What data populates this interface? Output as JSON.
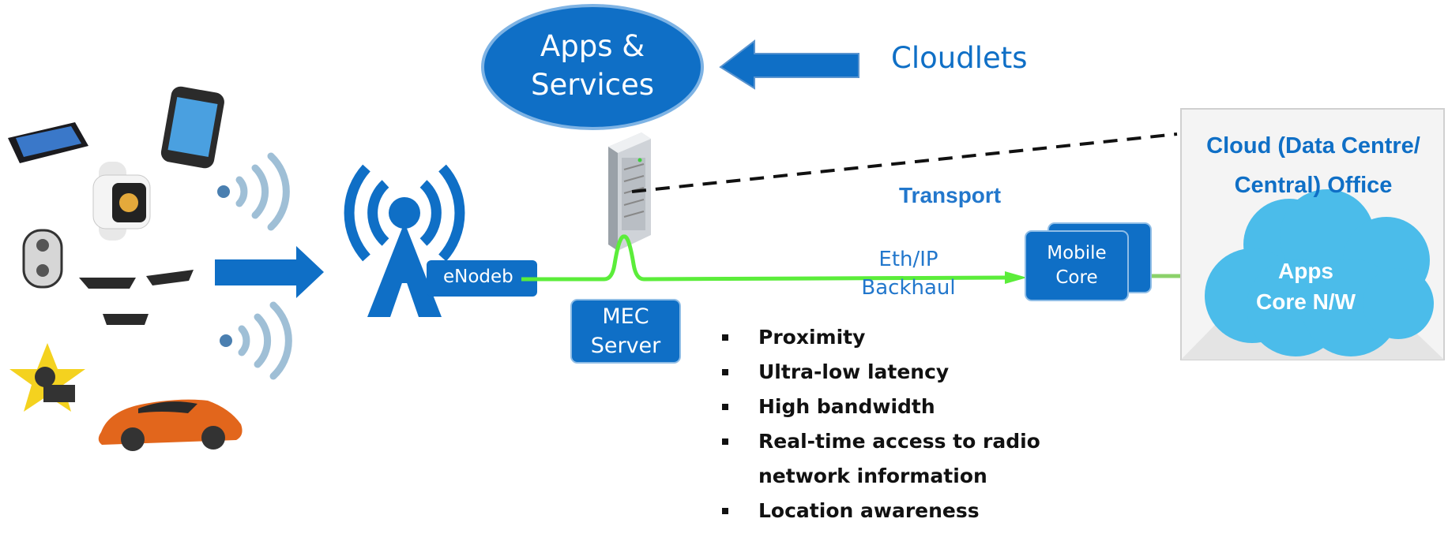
{
  "apps_services": {
    "line1": "Apps &",
    "line2": "Services"
  },
  "cloudlets": "Cloudlets",
  "enodeb": "eNodeb",
  "mec_server": {
    "line1": "MEC",
    "line2": "Server"
  },
  "transport": "Transport",
  "backhaul": {
    "line1": "Eth/IP",
    "line2": "Backhaul"
  },
  "mobile_core": {
    "line1": "Mobile",
    "line2": "Core"
  },
  "cloud_office": {
    "line1": "Cloud (Data Centre/",
    "line2": "Central) Office"
  },
  "apps_core": {
    "line1": "Apps",
    "line2": "Core N/W"
  },
  "benefits": [
    "Proximity",
    "Ultra-low latency",
    "High bandwidth",
    "Real-time access to radio",
    "network information",
    "Location awareness"
  ],
  "colors": {
    "blue": "#0f6fc6",
    "light_blue": "#4bbcea",
    "green": "#5bed3a",
    "wave": "#9fbfd6"
  }
}
